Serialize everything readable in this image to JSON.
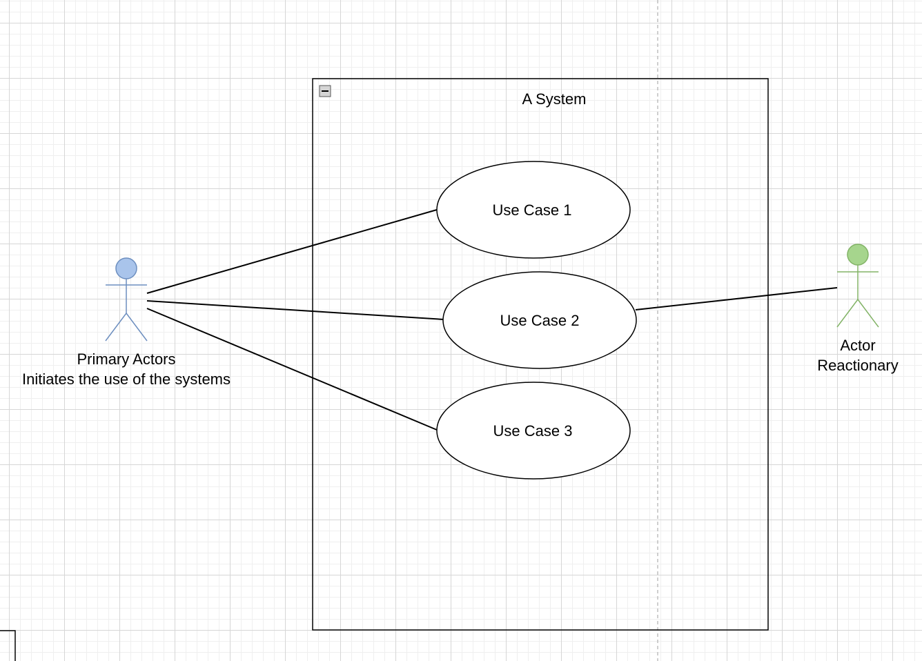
{
  "system": {
    "title": "A System"
  },
  "use_cases": [
    {
      "label": "Use Case 1"
    },
    {
      "label": "Use Case 2"
    },
    {
      "label": "Use Case 3"
    }
  ],
  "actors": {
    "primary": {
      "line1": "Primary Actors",
      "line2": "Initiates the use of the systems",
      "color": "#6c8ebf",
      "fill": "#a9c4eb"
    },
    "secondary": {
      "line1": "Actor",
      "line2": "Reactionary",
      "color": "#82b366",
      "fill": "#a6d58d"
    }
  },
  "icons": {
    "collapse": "minus-box-icon"
  }
}
